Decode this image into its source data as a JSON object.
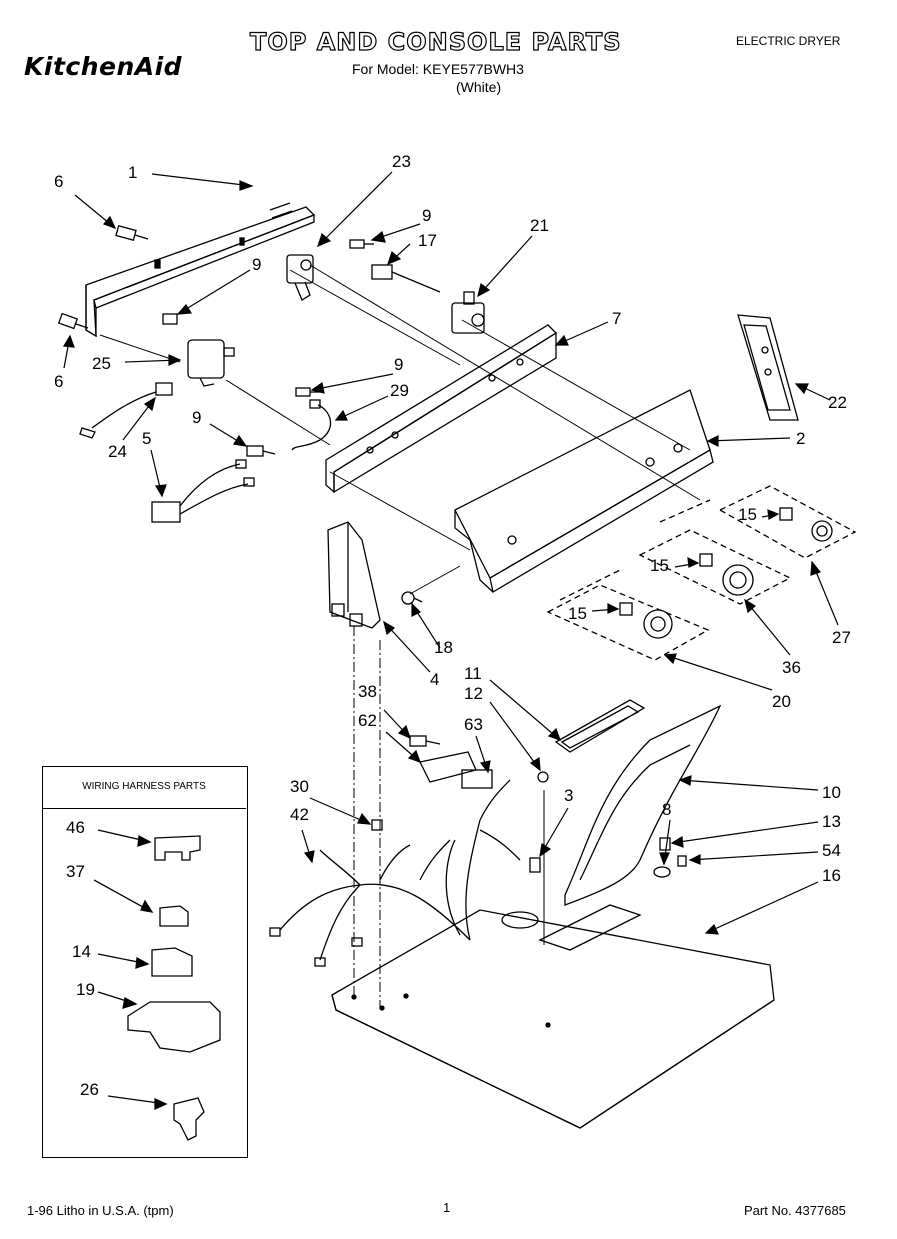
{
  "header": {
    "brand": "KitchenAid",
    "title": "TOP AND CONSOLE PARTS",
    "model_line": "For Model: KEYE577BWH3",
    "color_line": "(White)",
    "doc_type": "ELECTRIC DRYER"
  },
  "footer": {
    "print_info": "1-96 Litho in U.S.A. (tpm)",
    "page": "1",
    "part_no": "Part No. 4377685"
  },
  "harness": {
    "title": "WIRING HARNESS PARTS",
    "callouts": [
      "46",
      "37",
      "14",
      "19",
      "26"
    ]
  },
  "callouts": {
    "c1": "1",
    "c6a": "6",
    "c6b": "6",
    "c23": "23",
    "c9a": "9",
    "c17": "17",
    "c21": "21",
    "c9b": "9",
    "c7": "7",
    "c22": "22",
    "c25": "25",
    "c9c": "9",
    "c29": "29",
    "c2": "2",
    "c24": "24",
    "c5": "5",
    "c9d": "9",
    "c15a": "15",
    "c27": "27",
    "c15b": "15",
    "c36": "36",
    "c15c": "15",
    "c18": "18",
    "c20": "20",
    "c4": "4",
    "c11": "11",
    "c12": "12",
    "c38": "38",
    "c62": "62",
    "c63": "63",
    "c30": "30",
    "c3": "3",
    "c10": "10",
    "c8": "8",
    "c13": "13",
    "c42": "42",
    "c54": "54",
    "c16": "16"
  }
}
